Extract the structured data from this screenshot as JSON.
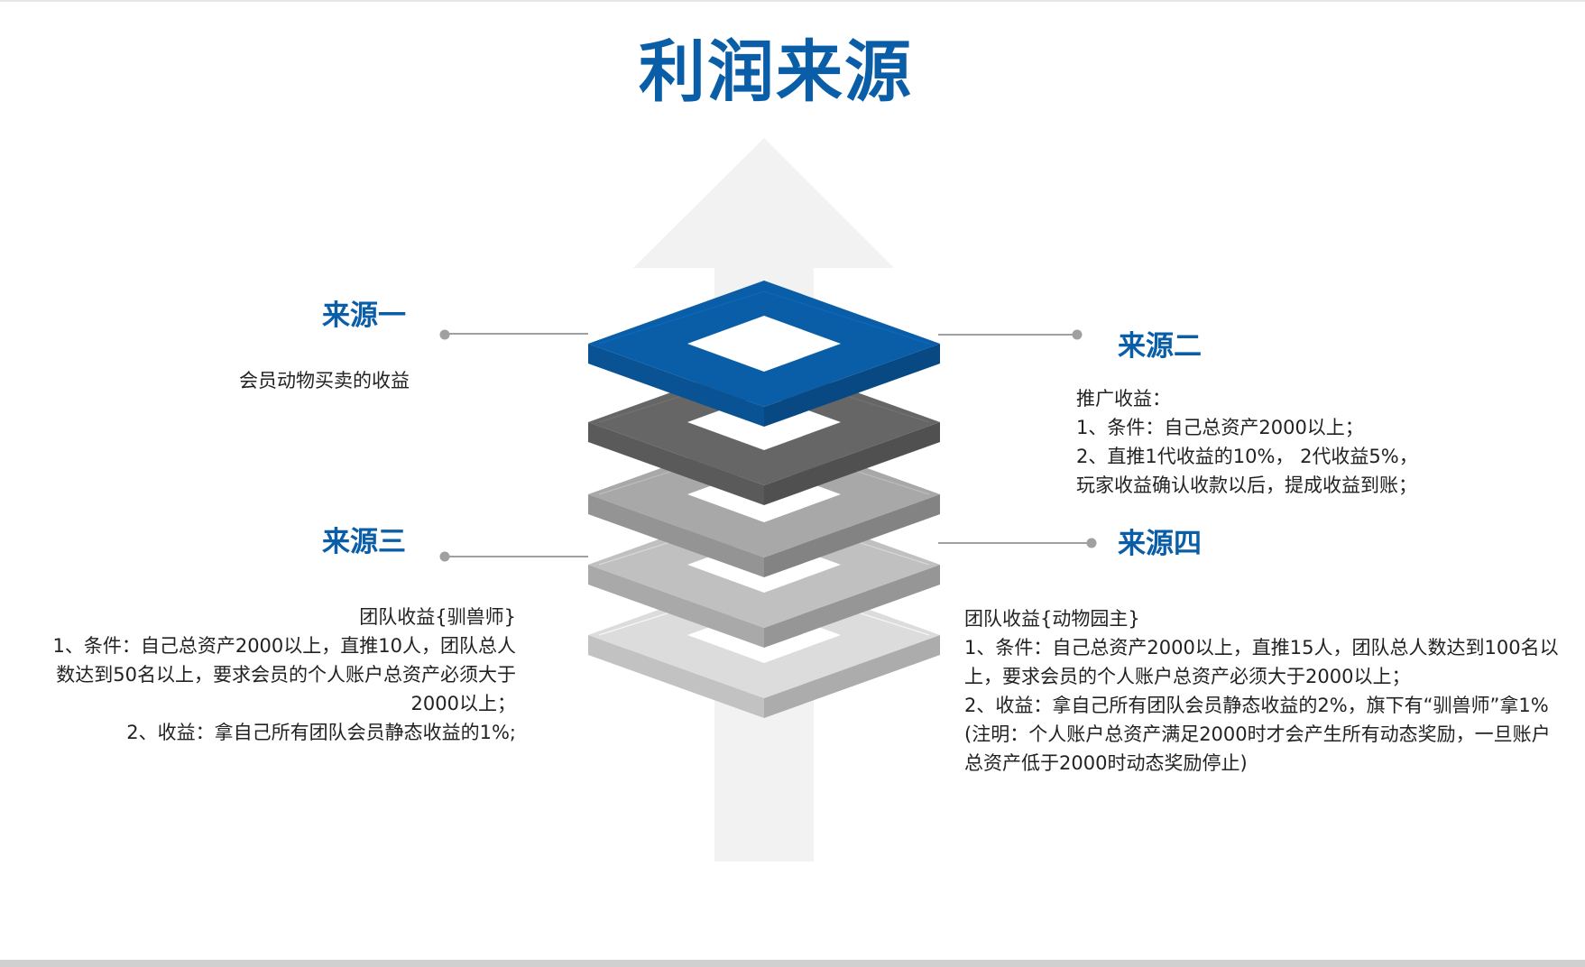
{
  "title": "利润来源",
  "colors": {
    "brand_blue": "#0a5ea8",
    "dark_gray": "#666666",
    "mid_gray": "#a8a8a8",
    "light_gray": "#c0c0c0",
    "pale_gray": "#dcdcdc",
    "arrow_bg": "#f2f2f2",
    "connector": "#a0a0a0"
  },
  "sources": [
    {
      "heading": "来源一",
      "lines": [
        "会员动物买卖的收益"
      ]
    },
    {
      "heading": "来源二",
      "lines": [
        "推广收益：",
        "1、条件：自己总资产2000以上；",
        "2、直推1代收益的10%， 2代收益5%，",
        "玩家收益确认收款以后，提成收益到账；"
      ]
    },
    {
      "heading": "来源三",
      "lines": [
        "团队收益{驯兽师}",
        "1、条件：自己总资产2000以上，直推10人，团队总人数达到50名以上，要求会员的个人账户总资产必须大于2000以上；",
        "2、收益：拿自己所有团队会员静态收益的1%;"
      ]
    },
    {
      "heading": "来源四",
      "lines": [
        "团队收益{动物园主}",
        "1、条件：自己总资产2000以上，直推15人，团队总人数达到100名以上，要求会员的个人账户总资产必须大于2000以上；",
        "2、收益：拿自己所有团队会员静态收益的2%，旗下有“驯兽师”拿1%",
        "(注明：个人账户总资产满足2000时才会产生所有动态奖励，一旦账户总资产低于2000时动态奖励停止)"
      ]
    }
  ]
}
